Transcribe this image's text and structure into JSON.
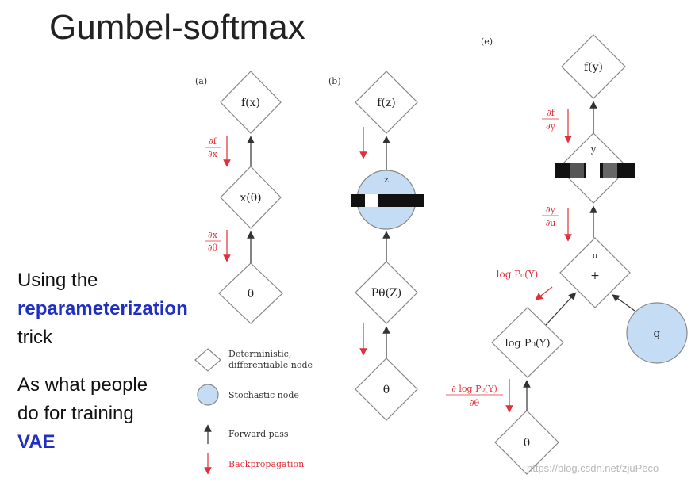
{
  "title": "Gumbel-softmax",
  "bullets": {
    "b1_line1": "Using the",
    "b1_highlight": "reparameterization",
    "b1_line3": "trick",
    "b2_line1": "As what people",
    "b2_line2": "do for training",
    "b2_highlight": "VAE"
  },
  "panels": {
    "a": {
      "label": "(a)",
      "top": "f(x)",
      "mid": "x(θ)",
      "bottom": "θ",
      "grad1_num": "∂f",
      "grad1_den": "∂x",
      "grad2_num": "∂x",
      "grad2_den": "∂θ"
    },
    "b": {
      "label": "(b)",
      "top": "f(z)",
      "mid": "z",
      "lower": "Pθ(Z)",
      "bottom": "θ"
    },
    "c": {
      "label": "(e)",
      "top": "f(y)",
      "y": "y",
      "u": "u",
      "plus": "+",
      "logp": "log P₀(Y)",
      "theta": "θ",
      "g": "g",
      "grad1_num": "∂f",
      "grad1_den": "∂y",
      "grad2_num": "∂y",
      "grad2_den": "∂u",
      "grad3": "log P₀(Y)",
      "grad4_num": "∂ log P₀(Y)",
      "grad4_den": "∂θ"
    }
  },
  "legend": {
    "deterministic": "Deterministic,",
    "deterministic2": "differentiable node",
    "stochastic": "Stochastic node",
    "forward": "Forward pass",
    "backprop": "Backpropagation"
  },
  "watermark": "https://blog.csdn.net/zjuPeco",
  "colors": {
    "accent": "#1f2fbf",
    "grad": "#e0303a",
    "stochastic": "#c5dcf5"
  }
}
